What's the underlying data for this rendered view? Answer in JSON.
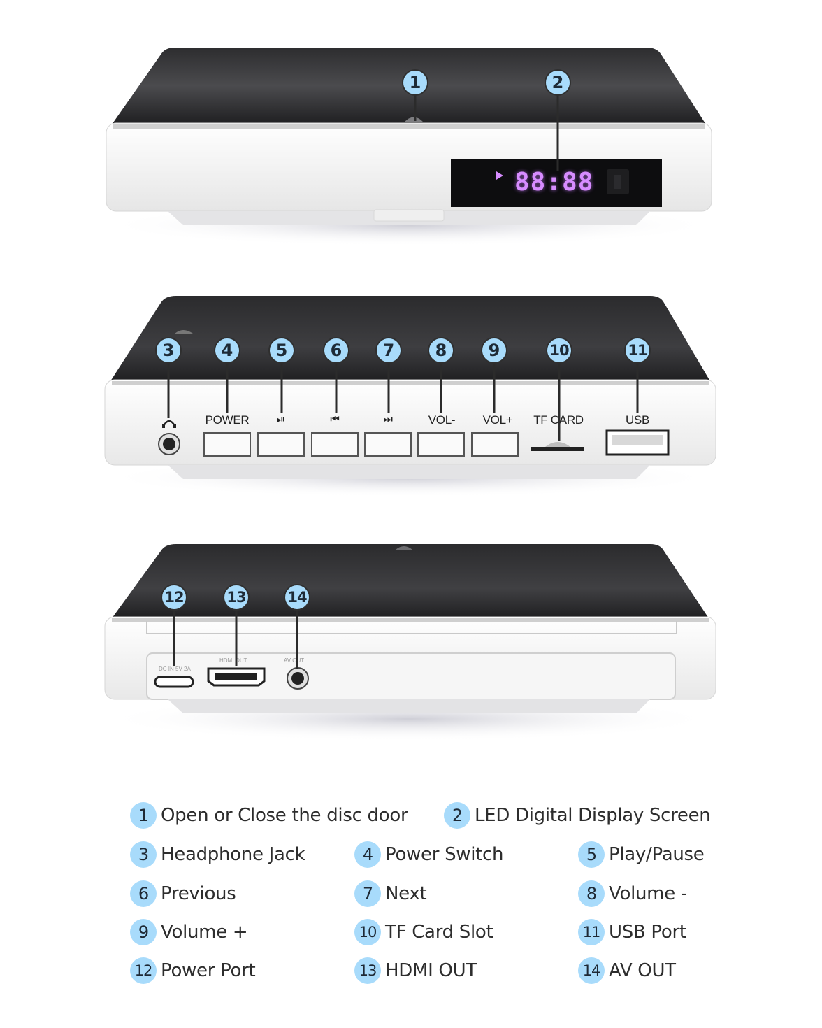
{
  "callouts": {
    "c1": "1",
    "c2": "2",
    "c3": "3",
    "c4": "4",
    "c5": "5",
    "c6": "6",
    "c7": "7",
    "c8": "8",
    "c9": "9",
    "c10": "10",
    "c11": "11",
    "c12": "12",
    "c13": "13",
    "c14": "14"
  },
  "display": {
    "digits": "88:88"
  },
  "front_panel": {
    "power": "POWER",
    "play_pause": "⏯",
    "previous": "⏮",
    "next": "⏭",
    "vol_minus": "VOL-",
    "vol_plus": "VOL+",
    "tf_card": "TF CARD",
    "usb": "USB"
  },
  "back_panel": {
    "dc_in": "DC IN 5V 2A",
    "hdmi_out": "HDMI OUT",
    "av_out": "AV OUT"
  },
  "legend": [
    {
      "num": "1",
      "label": "Open or Close the disc door"
    },
    {
      "num": "2",
      "label": "LED Digital Display Screen"
    },
    {
      "num": "3",
      "label": "Headphone Jack"
    },
    {
      "num": "4",
      "label": "Power Switch"
    },
    {
      "num": "5",
      "label": "Play/Pause"
    },
    {
      "num": "6",
      "label": "Previous"
    },
    {
      "num": "7",
      "label": "Next"
    },
    {
      "num": "8",
      "label": "Volume -"
    },
    {
      "num": "9",
      "label": "Volume +"
    },
    {
      "num": "10",
      "label": "TF Card Slot"
    },
    {
      "num": "11",
      "label": "USB Port"
    },
    {
      "num": "12",
      "label": "Power Port"
    },
    {
      "num": "13",
      "label": "HDMI OUT"
    },
    {
      "num": "14",
      "label": "AV OUT"
    }
  ],
  "colors": {
    "badge_fill": "#a8dbfb",
    "top_glass": "#3a3a3c",
    "body_white": "#f4f4f4",
    "led_purple": "#d78cff"
  }
}
